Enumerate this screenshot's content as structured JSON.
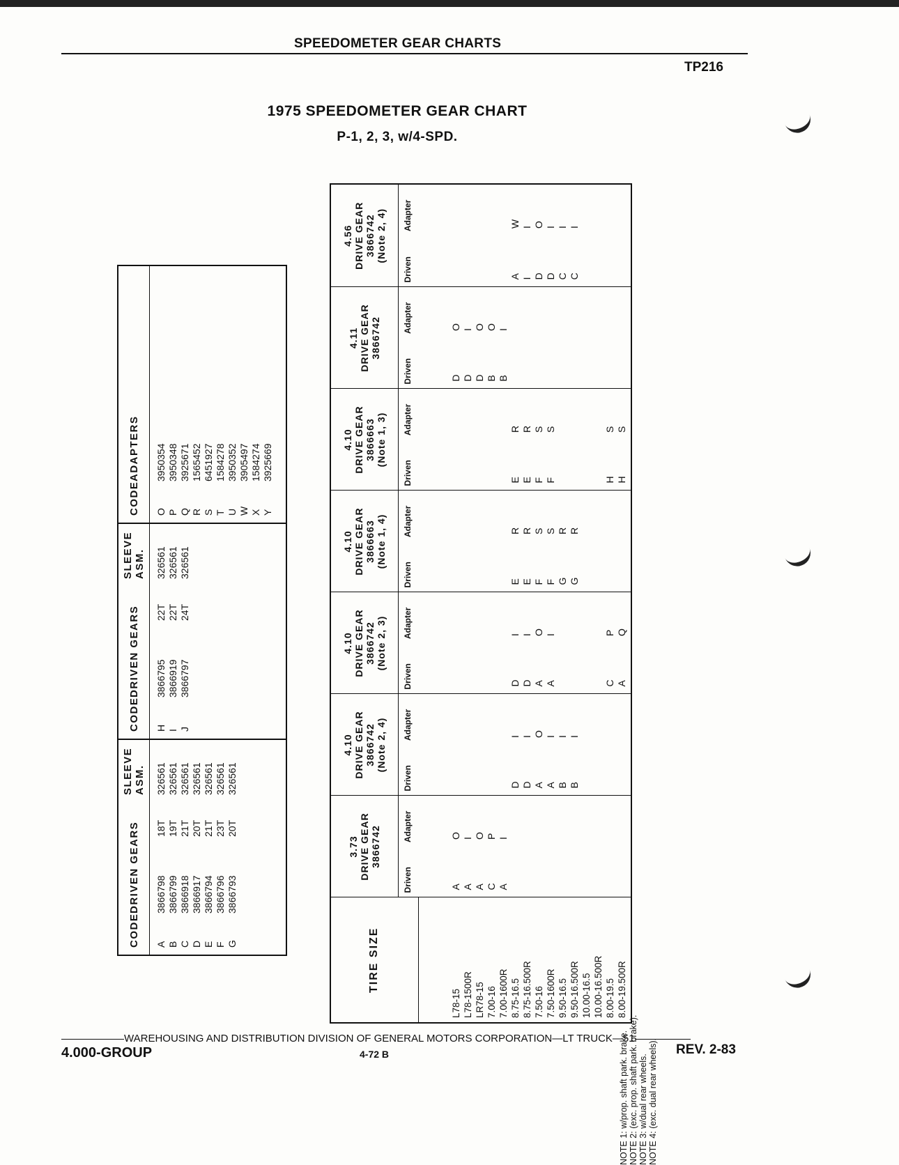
{
  "header": {
    "title": "SPEEDOMETER GEAR CHARTS",
    "code": "TP216"
  },
  "chart": {
    "title": "1975 SPEEDOMETER GEAR CHART",
    "subtitle": "P-1, 2, 3, w/4-SPD."
  },
  "small_table": {
    "headers": [
      "CODE",
      "DRIVEN GEARS",
      "SLEEVE ASM.",
      "CODE",
      "DRIVEN GEARS",
      "SLEEVE ASM.",
      "CODE",
      "ADAPTERS"
    ],
    "block1": {
      "codes": "A\nB\nC\nD\nE\nF\nG",
      "gears": "3866798\n3866799\n3866918\n3866917\n3866794\n3866796\n3866793",
      "teeth": "18T\n19T\n21T\n20T\n21T\n23T\n20T",
      "sleeves": "326561\n326561\n326561\n326561\n326561\n326561\n326561"
    },
    "block2": {
      "codes": "H\nI\nJ",
      "gears": "3866795\n3866919\n3866797",
      "teeth": "22T\n22T\n24T",
      "sleeves": "326561\n326561\n326561"
    },
    "block3": {
      "codes": "O\nP\nQ\nR\nS\nT\nU\nW\nX\nY",
      "adapters": "3950354\n3950348\n3925671\n1565452\n6451927\n1584278\n3950352\n3905497\n1584274\n3925669"
    }
  },
  "main_table": {
    "tire_header": "TIRE SIZE",
    "driven_label": "Driven",
    "adapter_label": "Adapter",
    "tires": "L78-15\nL78-1500R\nLR78-15\n7.00-16\n7.00-1600R\n8.75-16.5\n8.75-16.500R\n7.50-16\n7.50-1600R\n9.50-16.5\n9.50-16.500R\n10.00-16.5\n10.00-16.500R\n8.00-19.5\n8.00-19.500R",
    "groups": [
      {
        "ratio": "3.73",
        "label": "DRIVE GEAR",
        "part": "3866742",
        "note": "",
        "driven": [
          "A",
          "A",
          "A",
          "C",
          "A",
          "",
          "",
          "",
          "",
          "",
          "",
          "",
          "",
          "",
          ""
        ],
        "adapter": [
          "O",
          "I",
          "O",
          "P",
          "I",
          "",
          "",
          "",
          "",
          "",
          "",
          "",
          "",
          "",
          ""
        ]
      },
      {
        "ratio": "4.10",
        "label": "DRIVE GEAR",
        "part": "3866742",
        "note": "(Note 2, 4)",
        "driven": [
          "",
          "",
          "",
          "",
          "",
          "D",
          "D",
          "A",
          "A",
          "B",
          "B",
          "",
          "",
          "",
          ""
        ],
        "adapter": [
          "",
          "",
          "",
          "",
          "",
          "I",
          "I",
          "O",
          "I",
          "I",
          "I",
          "",
          "",
          "",
          ""
        ]
      },
      {
        "ratio": "4.10",
        "label": "DRIVE GEAR",
        "part": "3866742",
        "note": "(Note 2, 3)",
        "driven": [
          "",
          "",
          "",
          "",
          "",
          "D",
          "D",
          "A",
          "A",
          "",
          "",
          "",
          "",
          "C",
          "A"
        ],
        "adapter": [
          "",
          "",
          "",
          "",
          "",
          "I",
          "I",
          "O",
          "I",
          "",
          "",
          "",
          "",
          "P",
          "Q"
        ]
      },
      {
        "ratio": "4.10",
        "label": "DRIVE GEAR",
        "part": "3866663",
        "note": "(Note 1, 4)",
        "driven": [
          "",
          "",
          "",
          "",
          "",
          "E",
          "E",
          "F",
          "F",
          "G",
          "G",
          "",
          "",
          "",
          ""
        ],
        "adapter": [
          "",
          "",
          "",
          "",
          "",
          "R",
          "R",
          "S",
          "S",
          "R",
          "R",
          "",
          "",
          "",
          ""
        ]
      },
      {
        "ratio": "4.10",
        "label": "DRIVE GEAR",
        "part": "3866663",
        "note": "(Note 1, 3)",
        "driven": [
          "",
          "",
          "",
          "",
          "",
          "E",
          "E",
          "F",
          "F",
          "",
          "",
          "",
          "",
          "H",
          "H"
        ],
        "adapter": [
          "",
          "",
          "",
          "",
          "",
          "R",
          "R",
          "S",
          "S",
          "",
          "",
          "",
          "",
          "S",
          "S"
        ]
      },
      {
        "ratio": "4.11",
        "label": "DRIVE GEAR",
        "part": "3866742",
        "note": "",
        "driven": [
          "D",
          "D",
          "D",
          "B",
          "B",
          "",
          "",
          "",
          "",
          "",
          "",
          "",
          "",
          "",
          ""
        ],
        "adapter": [
          "O",
          "I",
          "O",
          "O",
          "I",
          "",
          "",
          "",
          "",
          "",
          "",
          "",
          "",
          "",
          ""
        ]
      },
      {
        "ratio": "4.56",
        "label": "DRIVE GEAR",
        "part": "3866742",
        "note": "(Note 2, 4)",
        "driven": [
          "",
          "",
          "",
          "",
          "",
          "A",
          "I",
          "D",
          "D",
          "C",
          "C",
          "",
          "",
          "",
          ""
        ],
        "adapter": [
          "",
          "",
          "",
          "",
          "",
          "W",
          "I",
          "O",
          "I",
          "I",
          "I",
          "",
          "",
          "",
          ""
        ]
      }
    ]
  },
  "notes": [
    "NOTE 1:  w/prop. shaft park. brake.",
    "NOTE 2:  (exc. prop. shaft park. brake).",
    "NOTE 3:  w/dual rear wheels.",
    "NOTE 4:  (exc. dual rear wheels)."
  ],
  "footer": {
    "line": "WAREHOUSING AND DISTRIBUTION  DIVISION OF GENERAL MOTORS CORPORATION—LT TRUCK—51",
    "group": "4.000-GROUP",
    "page": "4-72  B",
    "rev": "REV. 2-83"
  }
}
